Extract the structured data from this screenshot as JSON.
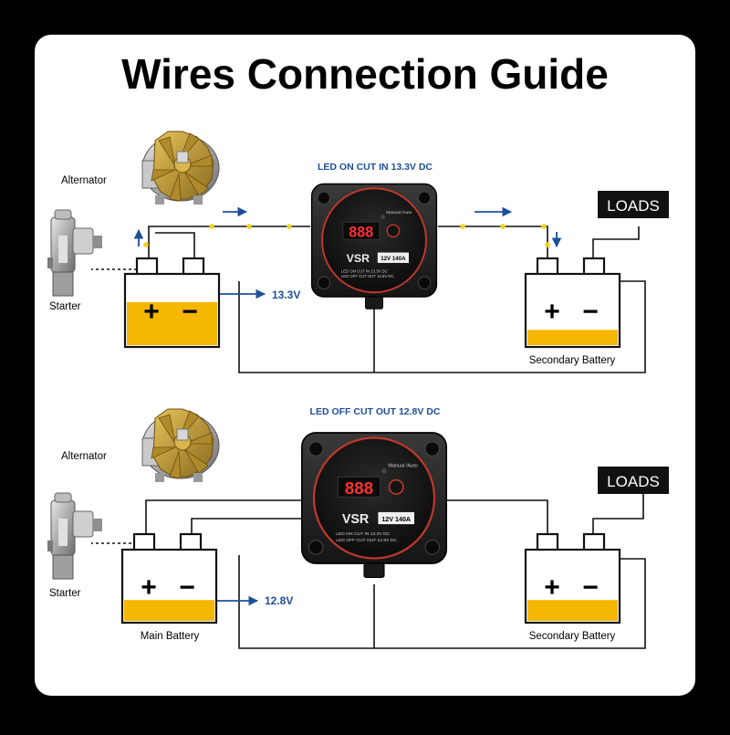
{
  "title": "Wires Connection Guide",
  "colors": {
    "background": "#000000",
    "panel": "#ffffff",
    "wire": "#111111",
    "arrow": "#1f4f9a",
    "electrolyte": "#f5b700",
    "junction": "#f2d21c",
    "device_ring": "#c0392b",
    "display_digits": "#ff3030",
    "loads_box": "#111111"
  },
  "top": {
    "caption": "LED ON CUT IN 13.3V DC",
    "alternator_label": "Alternator",
    "starter_label": "Starter",
    "main_battery_voltage": "13.3V",
    "secondary_battery_label": "Secondary Battery",
    "loads_label": "LOADS",
    "main_fill_level": 0.62,
    "secondary_fill_level": 0.22
  },
  "bottom": {
    "caption": "LED OFF CUT OUT 12.8V DC",
    "alternator_label": "Alternator",
    "starter_label": "Starter",
    "main_battery_label": "Main Battery",
    "main_battery_voltage": "12.8V",
    "secondary_battery_label": "Secondary Battery",
    "loads_label": "LOADS",
    "main_fill_level": 0.3,
    "secondary_fill_level": 0.3
  },
  "device": {
    "brand": "VSR",
    "rating": "12V 140A",
    "manual_auto": "Manual /Auto",
    "display": "888",
    "line1": "LED ON CUT IN 13.3V DC",
    "line2": "LED OFF CUT OUT 12.8V DC"
  },
  "battery_symbols": {
    "plus": "+",
    "minus": "−"
  }
}
